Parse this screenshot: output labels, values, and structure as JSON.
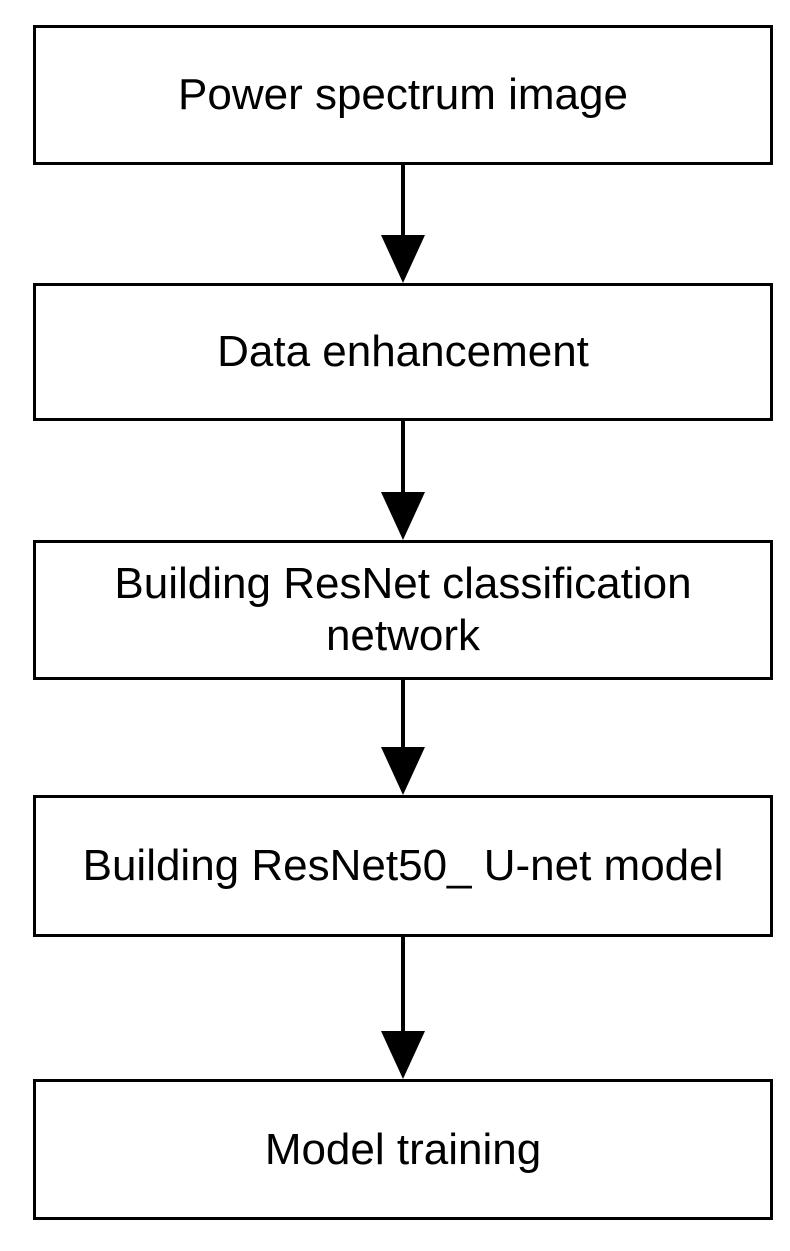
{
  "steps": [
    {
      "label": "Power spectrum image"
    },
    {
      "label": "Data enhancement"
    },
    {
      "label": "Building ResNet classification network"
    },
    {
      "label": "Building ResNet50_ U-net model"
    },
    {
      "label": "Model training"
    }
  ],
  "colors": {
    "stroke": "#000000",
    "background": "#ffffff"
  }
}
